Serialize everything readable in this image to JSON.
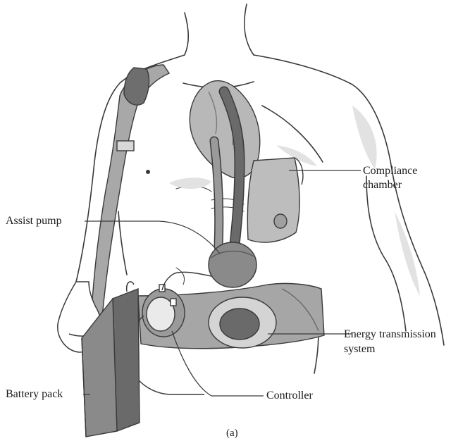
{
  "figure": {
    "labels": {
      "compliance_line1": "Compliance",
      "compliance_line2": "chamber",
      "assist_pump": "Assist pump",
      "energy_line1": "Energy transmission",
      "energy_line2": "system",
      "battery_pack": "Battery pack",
      "controller": "Controller"
    },
    "caption": "(a)"
  },
  "colors": {
    "outline": "#3a3a3a",
    "skin": "#ffffff",
    "dark_gray": "#6e6e6e",
    "mid_gray": "#9a9a9a",
    "light_gray": "#c4c4c4",
    "shadow": "#dedede"
  }
}
